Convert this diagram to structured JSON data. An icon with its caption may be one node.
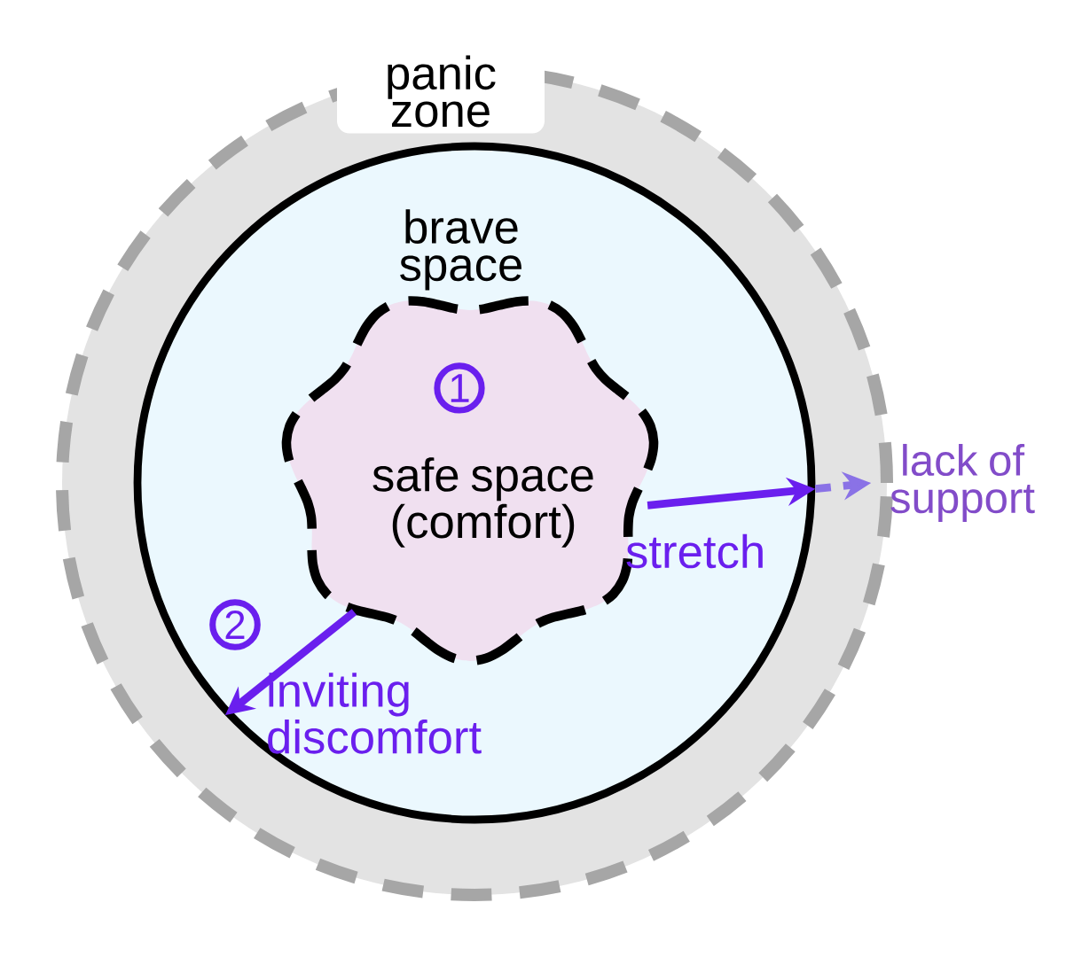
{
  "diagram": {
    "nodes": [
      {
        "text": [
          "panic zone"
        ]
      },
      {
        "text": [
          "brave space"
        ],
        "in": 0
      },
      {
        "text": [
          "safe space (comfort)"
        ],
        "in": 1
      },
      {
        "text": [
          "1"
        ],
        "in": 2
      },
      {
        "text": [
          "2"
        ],
        "in": 1
      },
      {
        "text": [
          "lack of support"
        ]
      }
    ],
    "edges": [
      {
        "from": 2,
        "to": 1,
        "arrow": "to",
        "label": "stretch"
      },
      {
        "from": 2,
        "to": 1,
        "arrow": "to",
        "label": "inviting discomfort"
      },
      {
        "from": 1,
        "to": 5,
        "arrow": "to",
        "style": "dashed",
        "color": "#8a72e6"
      }
    ]
  }
}
